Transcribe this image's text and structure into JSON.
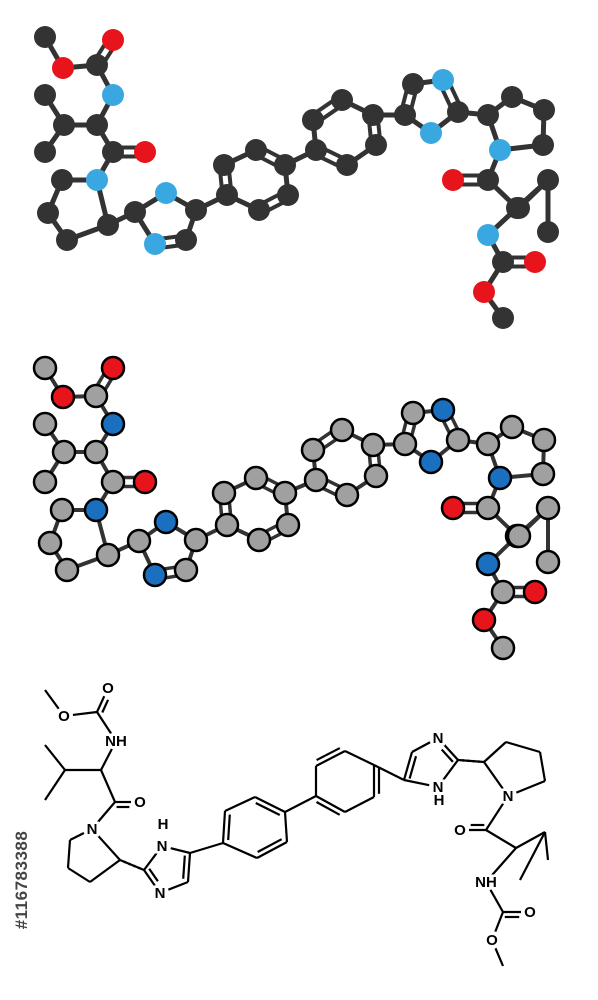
{
  "palette": {
    "dark_carbon": "#333333",
    "dark_nitrogen": "#3aa8e0",
    "dark_oxygen": "#e8141c",
    "flat_carbon": "#a0a0a0",
    "flat_nitrogen": "#1a6fbf",
    "flat_oxygen": "#e8141c",
    "bond": "#333333",
    "outline": "#000000"
  },
  "skeletal_labels": {
    "oxygen": "O",
    "nitrogen": "N",
    "amine": "NH",
    "imine_h_top": "H",
    "imine_h_bottom": "H"
  },
  "watermark": "#116783388",
  "models": [
    {
      "id": "ball-and-stick-dark",
      "style": "dark-3d"
    },
    {
      "id": "ball-and-stick-flat",
      "style": "flat-outlined"
    },
    {
      "id": "skeletal-formula",
      "style": "line"
    }
  ]
}
